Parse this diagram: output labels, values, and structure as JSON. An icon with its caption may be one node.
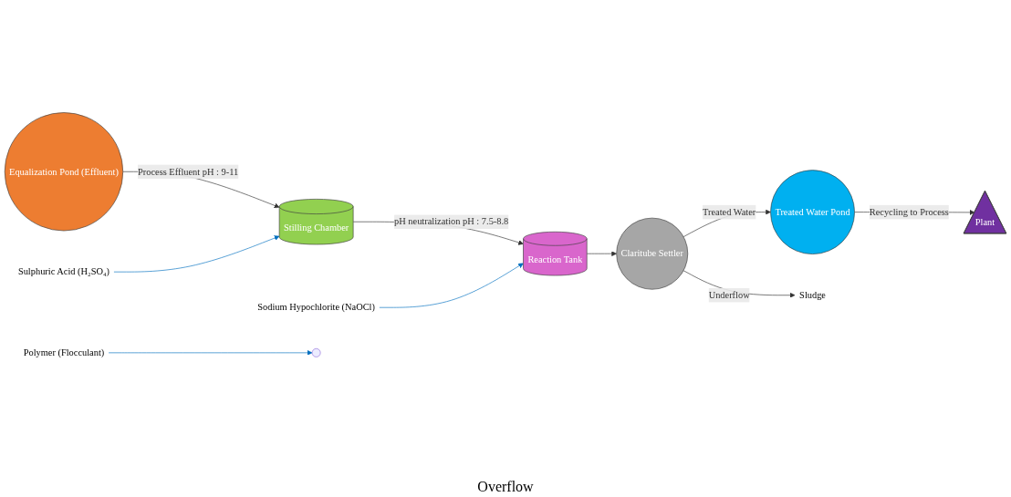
{
  "diagram": {
    "nodes": [
      {
        "text": [
          "Equalization Pond (Effluent)"
        ]
      },
      {
        "text": [
          "Stilling Chamber"
        ]
      },
      {
        "text": [
          "Reaction Tank"
        ]
      },
      {
        "text": [
          "Sulphuric Acid (H₂SO₄)"
        ]
      },
      {
        "text": [
          "Sodium Hypochlorite (NaOCl)"
        ]
      },
      {
        "text": [
          "Polymer (Flocculant)"
        ]
      },
      {
        "text": [
          "Claritube Settler"
        ]
      },
      {
        "text": [
          "Treated Water Pond"
        ]
      },
      {
        "text": [
          "Plant"
        ]
      },
      {
        "text": [
          "Sludge"
        ]
      }
    ],
    "edges": [
      {
        "from": 0,
        "to": 1,
        "arrow": "to",
        "label": "Process Effluent pH : 9-11"
      },
      {
        "from": 3,
        "to": 1,
        "arrow": "to",
        "color": "#0070c0"
      },
      {
        "from": 1,
        "to": 2,
        "arrow": "to",
        "label": "pH neutralization pH : 7.5-8.8"
      },
      {
        "from": 4,
        "to": 2,
        "arrow": "to",
        "color": "#0070c0"
      },
      {
        "from": 2,
        "to": 6,
        "arrow": "to"
      },
      {
        "from": 5,
        "to": null,
        "arrow": "to",
        "color": "#0070c0"
      },
      {
        "from": 6,
        "to": 7,
        "arrow": "to",
        "label": "Treated Water"
      },
      {
        "from": 7,
        "to": 8,
        "arrow": "to",
        "label": "Recycling to Process"
      },
      {
        "from": 6,
        "to": 9,
        "arrow": "to",
        "label": "Underflow"
      }
    ],
    "labels": [
      "Overflow"
    ]
  }
}
